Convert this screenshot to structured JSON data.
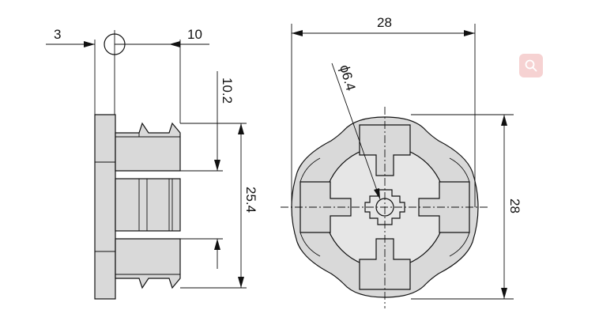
{
  "dimensions": {
    "left_offset": "3",
    "right_offset": "10",
    "slot_depth": "10.2",
    "inner_height": "25.4",
    "front_width": "28",
    "front_height": "28",
    "hole_diameter": "ϕ6.4"
  },
  "icons": {
    "zoom": "magnifier-icon"
  },
  "colors": {
    "part_fill": "#d9d9d9",
    "line": "#111111",
    "zoom_bg": "#f6d2d2"
  }
}
